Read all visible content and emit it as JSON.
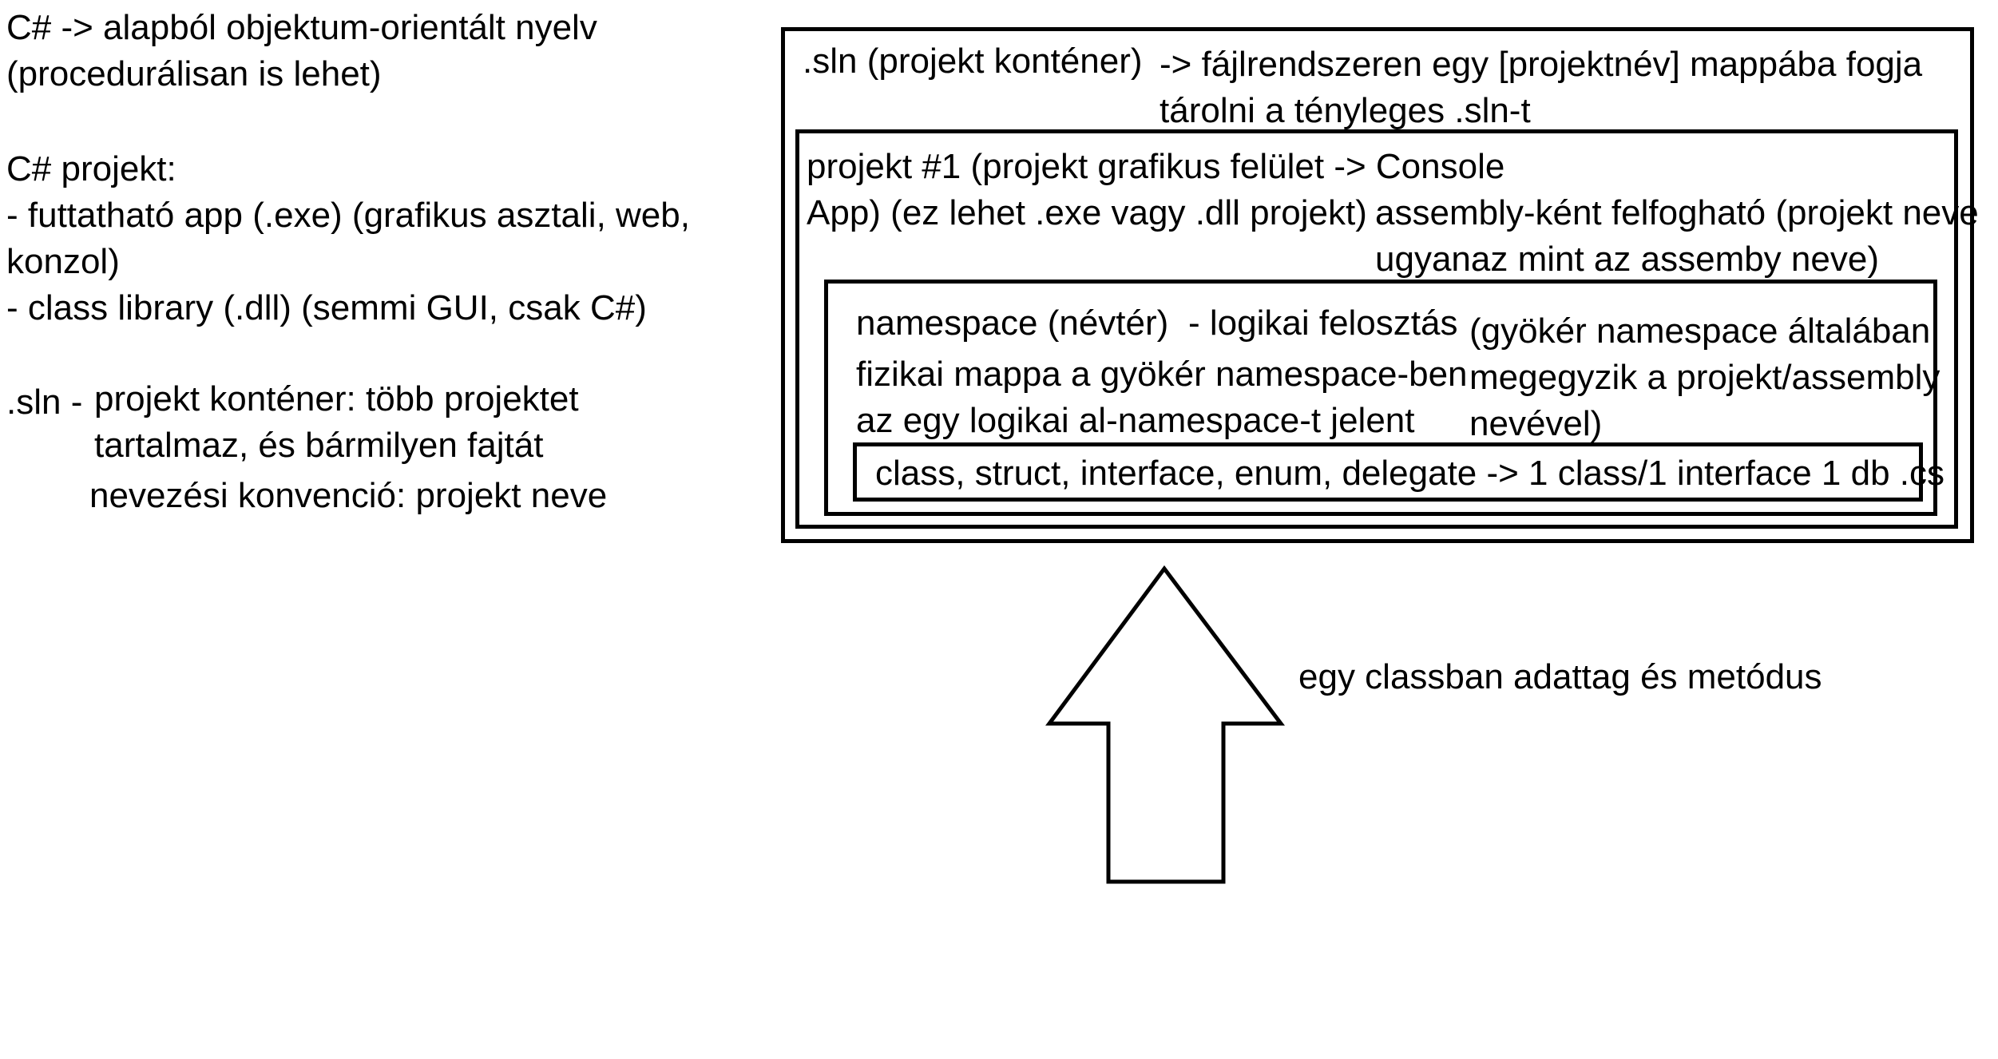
{
  "notes": {
    "line1": "C# -> alapból objektum-orientált nyelv",
    "line2": "(procedurálisan is lehet)",
    "project_heading": "C# projekt:",
    "bullet1_line1": "- futtatható app (.exe) (grafikus asztali, web,",
    "bullet1_line2": "konzol)",
    "bullet2": "- class library (.dll) (semmi GUI, csak C#)",
    "sln_prefix": ".sln -",
    "sln_line1": "projekt konténer: több projektet",
    "sln_line2": "tartalmaz, és bármilyen fajtát",
    "sln_line3": "nevezési konvenció: projekt neve"
  },
  "diagram": {
    "sln_box": {
      "label": ".sln (projekt konténer)",
      "note_line1": "-> fájlrendszeren egy [projektnév] mappába fogja",
      "note_line2": "tárolni a tényleges .sln-t"
    },
    "project_box": {
      "label_line1": "projekt #1 (projekt grafikus felület -> Console",
      "label_line2": "App) (ez lehet .exe vagy .dll projekt)",
      "note_line1": "assembly-ként felfogható (projekt neve",
      "note_line2": "ugyanaz mint az assemby neve)"
    },
    "namespace_box": {
      "label": "namespace (névtér)",
      "note": "- logikai felosztás",
      "desc_line1": "fizikai mappa a gyökér namespace-ben",
      "desc_line2": "az egy logikai al-namespace-t jelent",
      "side_line1": "(gyökér namespace általában",
      "side_line2": "megegyzik a projekt/assembly",
      "side_line3": "nevével)"
    },
    "class_box": {
      "label": "class, struct, interface, enum, delegate -> 1 class/1 interface 1 db .cs"
    },
    "arrow_label": "egy classban adattag és metódus"
  },
  "colors": {
    "stroke": "#000000",
    "background": "#ffffff"
  }
}
